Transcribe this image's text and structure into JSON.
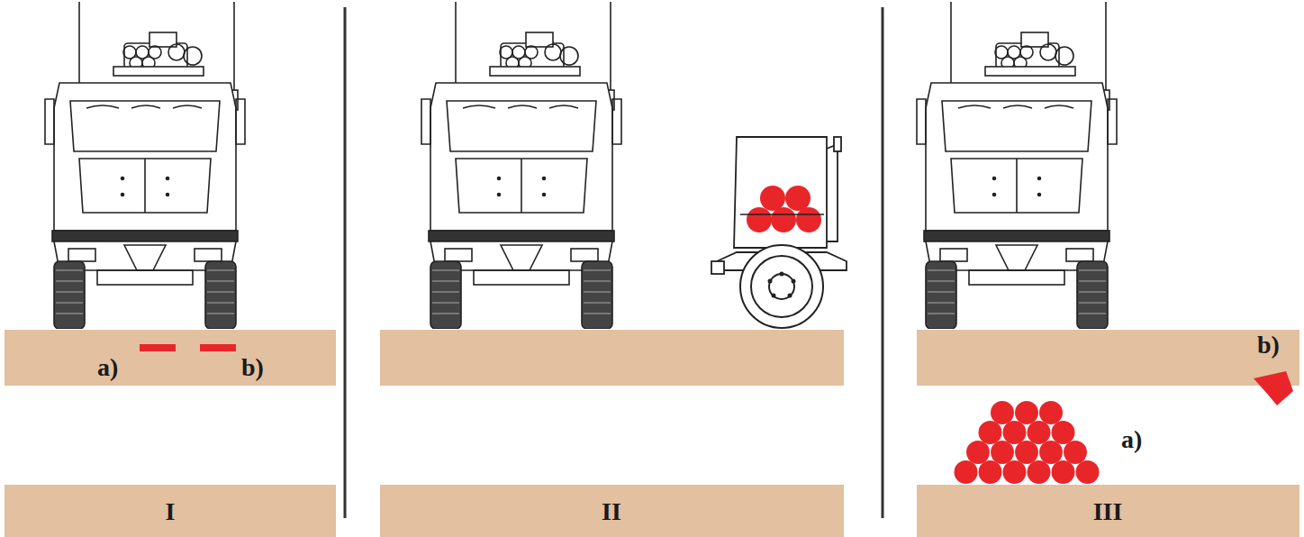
{
  "diagram": {
    "labels": [
      "a)",
      "b)",
      "I",
      "II",
      "b)",
      "a)",
      "III"
    ]
  }
}
